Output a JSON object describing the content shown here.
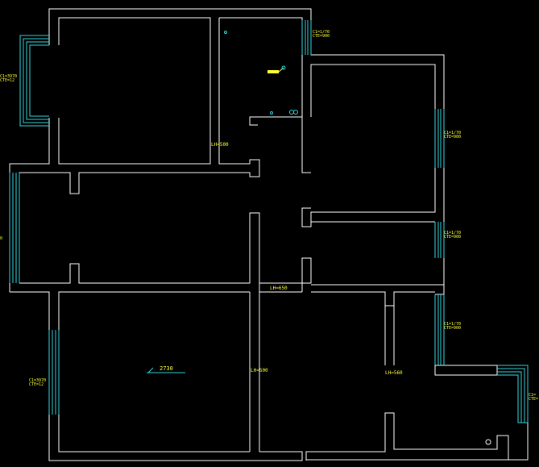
{
  "labels": {
    "lh_top": "LH=500",
    "lh_mid": "LH=650",
    "lh_center": "LH=500",
    "lh_right": "LH=560",
    "dimension": "2730",
    "win_top_right_1": "C1=1/70",
    "win_top_right_2": "CTE=900",
    "win_r1_1": "C1=1/70",
    "win_r1_2": "CTE=900",
    "win_r2_1": "C1=1/70",
    "win_r2_2": "CTE=900",
    "win_r3_1": "C1=1/70",
    "win_r3_2": "CTE=900",
    "win_left_top_1": "C1=3970",
    "win_left_top_2": "CTE=12",
    "win_left_mid": "0",
    "win_left_bottom_1": "C1=3970",
    "win_left_bottom_2": "CTE=12",
    "win_far_right_1": "C1=",
    "win_far_right_2": "CTE="
  },
  "colors": {
    "wall": "#ffffff",
    "window": "#33d6e0",
    "label": "#ffff33",
    "background": "#000000"
  }
}
